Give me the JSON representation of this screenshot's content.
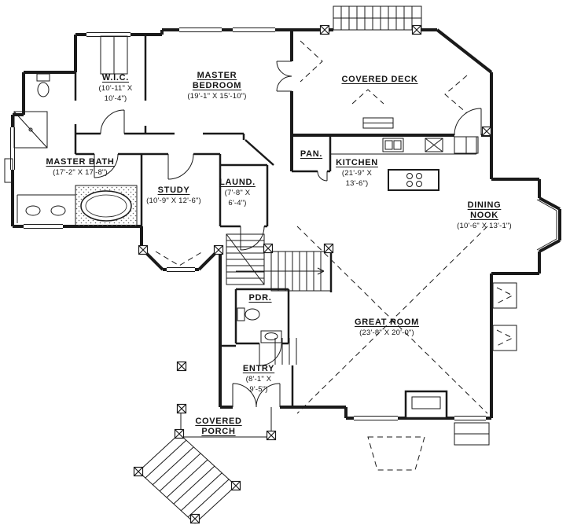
{
  "plan": {
    "background": "#ffffff",
    "ink": "#1a1a1a",
    "rooms": [
      {
        "key": "wic",
        "name_lines": [
          "W.I.C."
        ],
        "dim_lines": [
          "(10'-11\" X",
          "10'-4\")"
        ]
      },
      {
        "key": "master-bedroom",
        "name_lines": [
          "MASTER",
          "BEDROOM"
        ],
        "dim_lines": [
          "(19'-1\" X 15'-10\")"
        ]
      },
      {
        "key": "covered-deck",
        "name_lines": [
          "COVERED DECK"
        ],
        "dim_lines": []
      },
      {
        "key": "master-bath",
        "name_lines": [
          "MASTER BATH"
        ],
        "dim_lines": [
          "(17'-2\" X 17'-8\")"
        ]
      },
      {
        "key": "study",
        "name_lines": [
          "STUDY"
        ],
        "dim_lines": [
          "(10'-9\" X 12'-6\")"
        ]
      },
      {
        "key": "laundry",
        "name_lines": [
          "LAUND."
        ],
        "dim_lines": [
          "(7'-8\" X",
          "6'-4\")"
        ]
      },
      {
        "key": "pantry",
        "name_lines": [
          "PAN."
        ],
        "dim_lines": []
      },
      {
        "key": "kitchen",
        "name_lines": [
          "KITCHEN"
        ],
        "dim_lines": [
          "(21'-9\" X",
          "13'-6\")"
        ]
      },
      {
        "key": "dining-nook",
        "name_lines": [
          "DINING",
          "NOOK"
        ],
        "dim_lines": [
          "(10'-6\" X 13'-1\")"
        ]
      },
      {
        "key": "powder",
        "name_lines": [
          "PDR."
        ],
        "dim_lines": []
      },
      {
        "key": "great-room",
        "name_lines": [
          "GREAT ROOM"
        ],
        "dim_lines": [
          "(23'-8\" X 20'-0\")"
        ]
      },
      {
        "key": "entry",
        "name_lines": [
          "ENTRY"
        ],
        "dim_lines": [
          "(8'-1\" X",
          "9'-5\")"
        ]
      },
      {
        "key": "covered-porch",
        "name_lines": [
          "COVERED",
          "PORCH"
        ],
        "dim_lines": []
      }
    ]
  }
}
